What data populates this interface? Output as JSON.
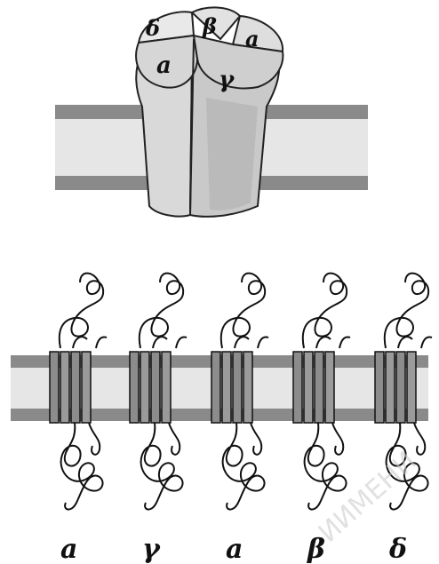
{
  "receptor_labels": {
    "top_left": "δ",
    "top_center": "β",
    "top_right": "a",
    "front_left": "a",
    "front_right": "γ"
  },
  "subunit_labels": [
    "a",
    "γ",
    "a",
    "β",
    "δ"
  ],
  "watermark_text": "ИИМЕНИ",
  "colors": {
    "membrane_edge": "#7f7f7f",
    "membrane_core": "#e4e4e4",
    "receptor_light": "#d7d7d7",
    "receptor_shadow": "#a6a6a6",
    "helix_fill": "#8c8c8c",
    "line": "#222222"
  }
}
